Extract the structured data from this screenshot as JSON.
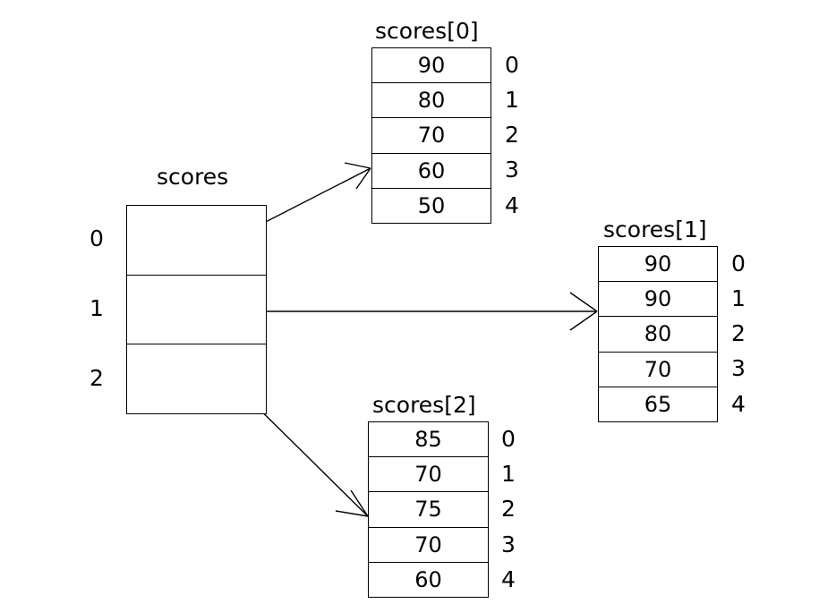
{
  "diagram": {
    "title_main": "scores",
    "background_color": "#ffffff",
    "line_color": "#000000",
    "text_color": "#000000"
  },
  "outer_array": {
    "label": "scores",
    "indices": [
      "0",
      "1",
      "2"
    ],
    "cells": [
      "",
      "",
      ""
    ]
  },
  "inner_arrays": [
    {
      "label": "scores[0]",
      "values": [
        "90",
        "80",
        "70",
        "60",
        "50"
      ],
      "indices": [
        "0",
        "1",
        "2",
        "3",
        "4"
      ]
    },
    {
      "label": "scores[1]",
      "values": [
        "90",
        "90",
        "80",
        "70",
        "65"
      ],
      "indices": [
        "0",
        "1",
        "2",
        "3",
        "4"
      ]
    },
    {
      "label": "scores[2]",
      "values": [
        "85",
        "70",
        "75",
        "70",
        "60"
      ],
      "indices": [
        "0",
        "1",
        "2",
        "3",
        "4"
      ]
    }
  ],
  "arrows": [
    {
      "name": "pointer-row-0",
      "from_row": "0",
      "to_array": "scores[0]"
    },
    {
      "name": "pointer-row-1",
      "from_row": "1",
      "to_array": "scores[1]"
    },
    {
      "name": "pointer-row-2",
      "from_row": "2",
      "to_array": "scores[2]"
    }
  ]
}
